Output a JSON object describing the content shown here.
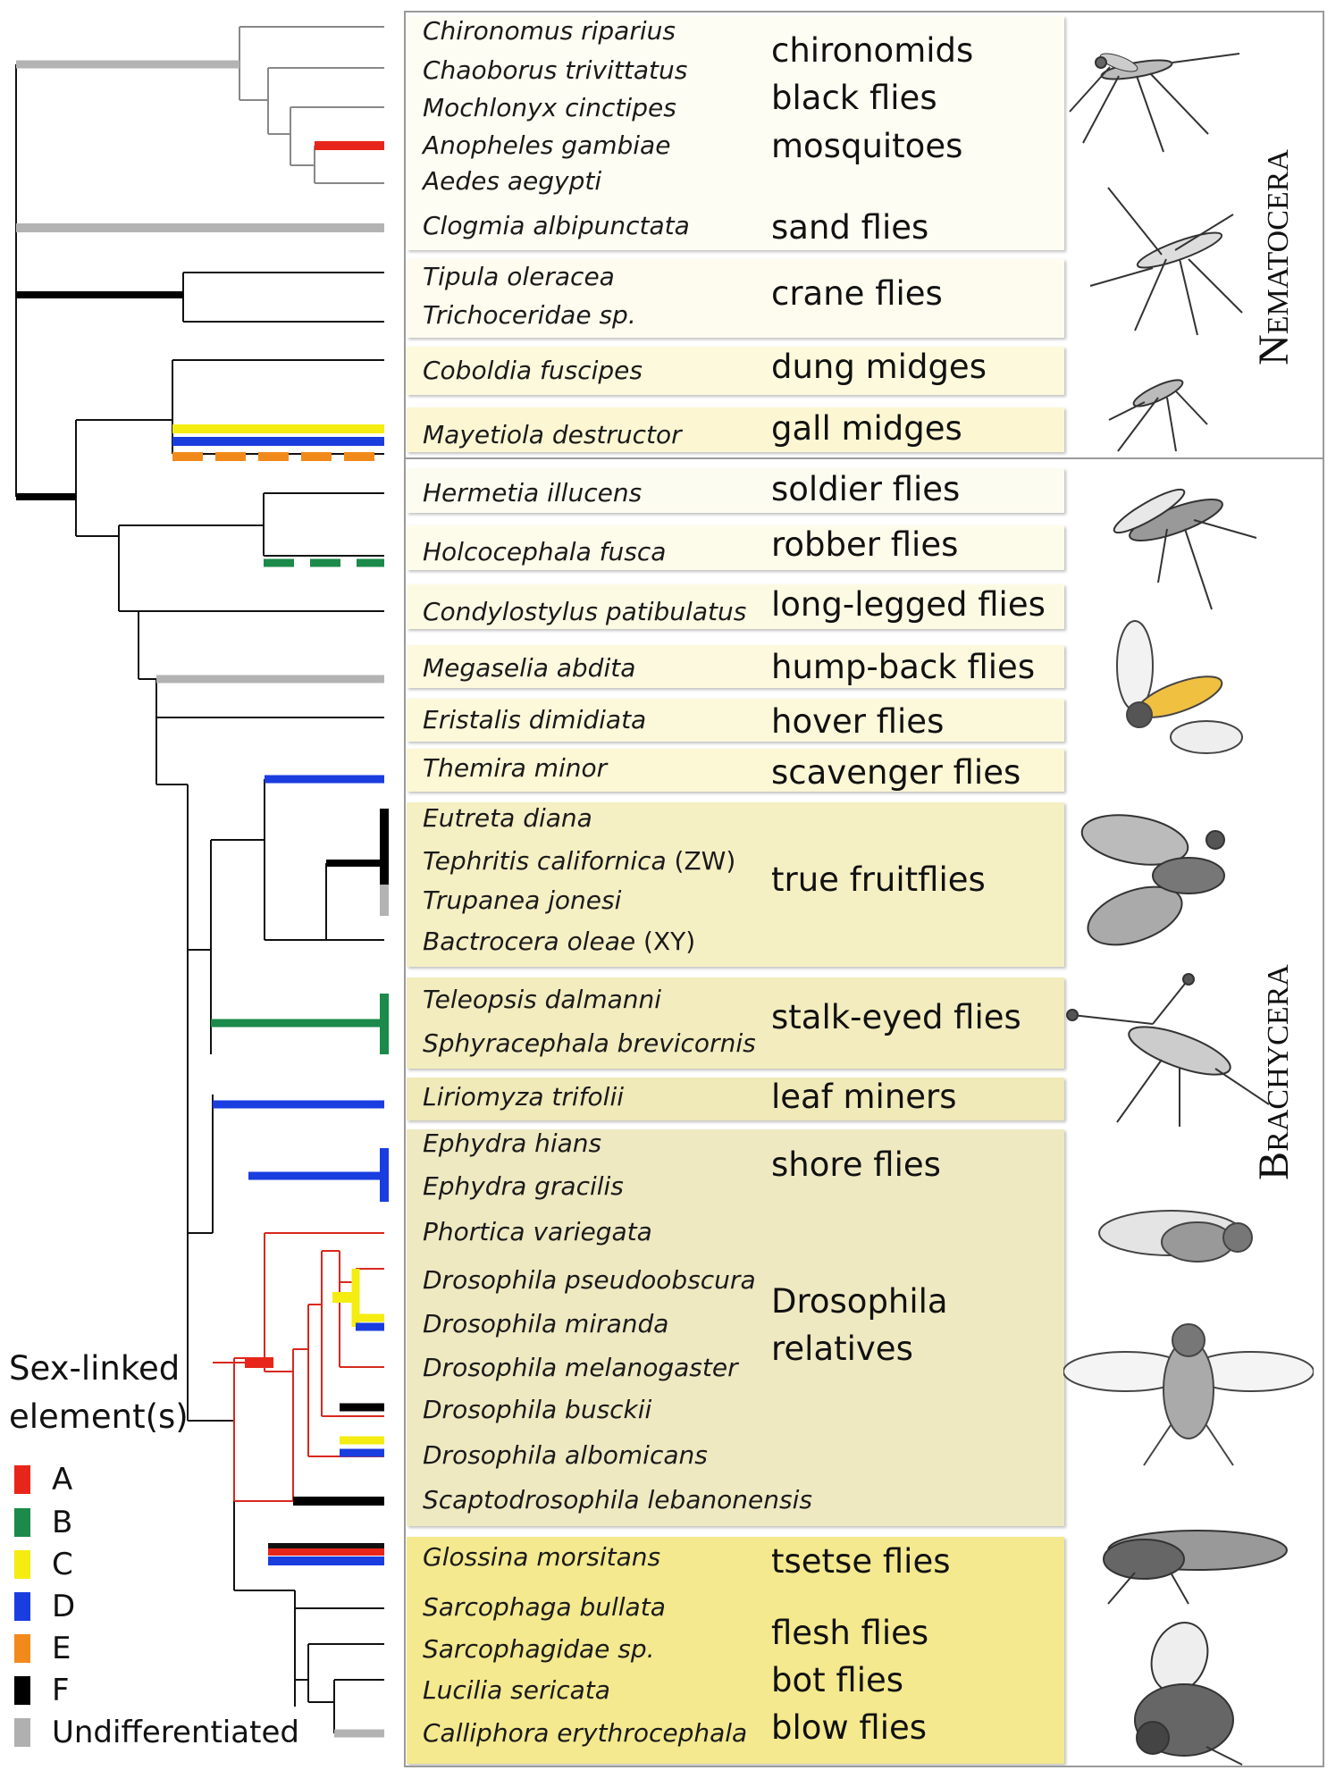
{
  "groups": {
    "nematocera_label": "Nematocera",
    "brachycera_label": "Brachycera"
  },
  "species": [
    "Chironomus riparius",
    "Chaoborus trivittatus",
    "Mochlonyx cinctipes",
    "Anopheles gambiae",
    "Aedes aegypti",
    "Clogmia albipunctata",
    "Tipula oleracea",
    "Trichoceridae sp.",
    "Coboldia fuscipes",
    "Mayetiola destructor",
    "Hermetia illucens",
    "Holcocephala fusca",
    "Condylostylus patibulatus",
    "Megaselia abdita",
    "Eristalis dimidiata",
    "Themira minor",
    "Eutreta diana",
    "Tephritis californica",
    "Trupanea jonesi",
    "Bactrocera oleae",
    "Teleopsis dalmanni",
    "Sphyracephala brevicornis",
    "Liriomyza trifolii",
    "Ephydra hians",
    "Ephydra gracilis",
    "Phortica variegata",
    "Drosophila pseudoobscura",
    "Drosophila miranda",
    "Drosophila melanogaster",
    "Drosophila busckii",
    "Drosophila albomicans",
    "Scaptodrosophila lebanonensis",
    "Glossina morsitans",
    "Sarcophaga bullata",
    "Sarcophagidae sp.",
    "Lucilia sericata",
    "Calliphora erythrocephala"
  ],
  "species_tags": {
    "tephritis": "(ZW)",
    "bactrocera": "(XY)"
  },
  "common_names": [
    "chironomids",
    "black flies",
    "mosquitoes",
    "sand flies",
    "crane flies",
    "dung midges",
    "gall midges",
    "soldier flies",
    "robber flies",
    "long-legged flies",
    "hump-back flies",
    "hover flies",
    "scavenger flies",
    "true fruitflies",
    "stalk-eyed flies",
    "leaf miners",
    "shore flies",
    "Drosophila",
    "relatives",
    "tsetse flies",
    "flesh flies",
    "bot flies",
    "blow flies"
  ],
  "legend": {
    "title_line1": "Sex-linked",
    "title_line2": "element(s)",
    "items": [
      {
        "label": "A",
        "color": "#e8251a"
      },
      {
        "label": "B",
        "color": "#1b8a4a"
      },
      {
        "label": "C",
        "color": "#f5ec12"
      },
      {
        "label": "D",
        "color": "#1a3de0"
      },
      {
        "label": "E",
        "color": "#f28a1b"
      },
      {
        "label": "F",
        "color": "#000000"
      },
      {
        "label": "Undifferentiated",
        "color": "#b0b0b0"
      }
    ]
  }
}
